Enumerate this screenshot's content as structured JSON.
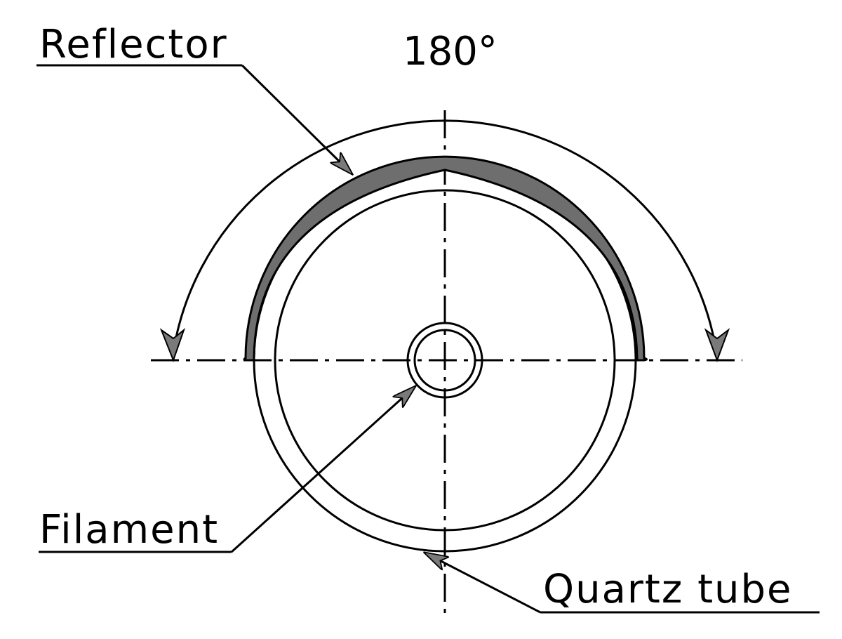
{
  "labels": {
    "reflector": "Reflector",
    "filament": "Filament",
    "quartz_tube": "Quartz tube",
    "angle": "180°"
  },
  "colors": {
    "line": "#000000",
    "reflector_fill": "#6e6e6e",
    "arrowhead_fill": "#7a7a7a",
    "background": "#ffffff"
  }
}
